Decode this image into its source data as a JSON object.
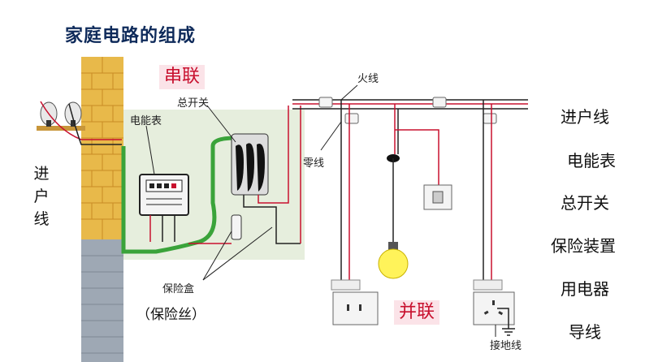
{
  "title": "家庭电路的组成",
  "labels": {
    "series": "串联",
    "parallel": "并联",
    "live_wire": "火线",
    "neutral_wire": "零线",
    "main_switch": "总开关",
    "meter": "电能表",
    "fuse_box": "保险盒",
    "fuse_wire": "（保险丝）",
    "ground_wire": "接地线",
    "entry_vertical": [
      "进",
      "户",
      "线"
    ]
  },
  "components_list": [
    "进户线",
    "电能表",
    "总开关",
    "保险装置",
    "用电器",
    "导线"
  ],
  "colors": {
    "title": "#0e2a5a",
    "accent_red": "#c8102e",
    "highlight_pink": "#fbe3e8",
    "panel_green": "#e6eedd",
    "wire_green": "#3aa33a",
    "brick": "#e8b94a"
  }
}
